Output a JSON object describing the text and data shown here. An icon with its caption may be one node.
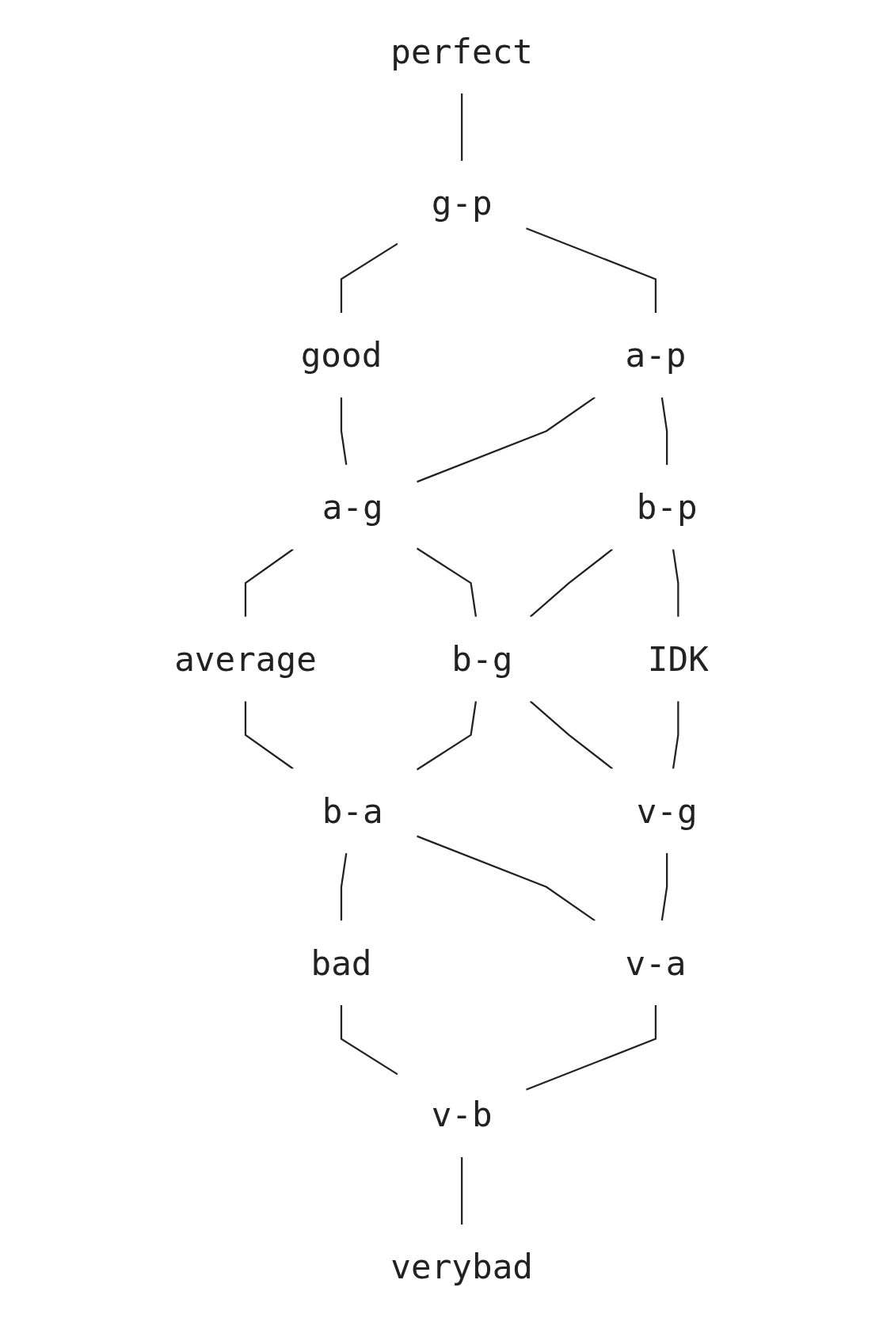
{
  "diagram": {
    "nodes": [
      {
        "text": [
          "perfect"
        ]
      },
      {
        "text": [
          "g-p"
        ]
      },
      {
        "text": [
          "good"
        ]
      },
      {
        "text": [
          "a-p"
        ]
      },
      {
        "text": [
          "a-g"
        ]
      },
      {
        "text": [
          "b-p"
        ]
      },
      {
        "text": [
          "average"
        ]
      },
      {
        "text": [
          "b-g"
        ]
      },
      {
        "text": [
          "IDK"
        ]
      },
      {
        "text": [
          "b-a"
        ]
      },
      {
        "text": [
          "v-g"
        ]
      },
      {
        "text": [
          "bad"
        ]
      },
      {
        "text": [
          "v-a"
        ]
      },
      {
        "text": [
          "v-b"
        ]
      },
      {
        "text": [
          "verybad"
        ]
      }
    ],
    "edges": [
      {
        "from": 0,
        "to": 1,
        "arrow": "none"
      },
      {
        "from": 1,
        "to": 2,
        "arrow": "none"
      },
      {
        "from": 1,
        "to": 3,
        "arrow": "none"
      },
      {
        "from": 2,
        "to": 4,
        "arrow": "none"
      },
      {
        "from": 3,
        "to": 4,
        "arrow": "none"
      },
      {
        "from": 3,
        "to": 5,
        "arrow": "none"
      },
      {
        "from": 4,
        "to": 6,
        "arrow": "none"
      },
      {
        "from": 4,
        "to": 7,
        "arrow": "none"
      },
      {
        "from": 5,
        "to": 7,
        "arrow": "none"
      },
      {
        "from": 5,
        "to": 8,
        "arrow": "none"
      },
      {
        "from": 6,
        "to": 9,
        "arrow": "none"
      },
      {
        "from": 7,
        "to": 9,
        "arrow": "none"
      },
      {
        "from": 7,
        "to": 10,
        "arrow": "none"
      },
      {
        "from": 8,
        "to": 10,
        "arrow": "none"
      },
      {
        "from": 9,
        "to": 11,
        "arrow": "none"
      },
      {
        "from": 9,
        "to": 12,
        "arrow": "none"
      },
      {
        "from": 10,
        "to": 12,
        "arrow": "none"
      },
      {
        "from": 11,
        "to": 13,
        "arrow": "none"
      },
      {
        "from": 12,
        "to": 13,
        "arrow": "none"
      },
      {
        "from": 13,
        "to": 14,
        "arrow": "none"
      }
    ]
  }
}
